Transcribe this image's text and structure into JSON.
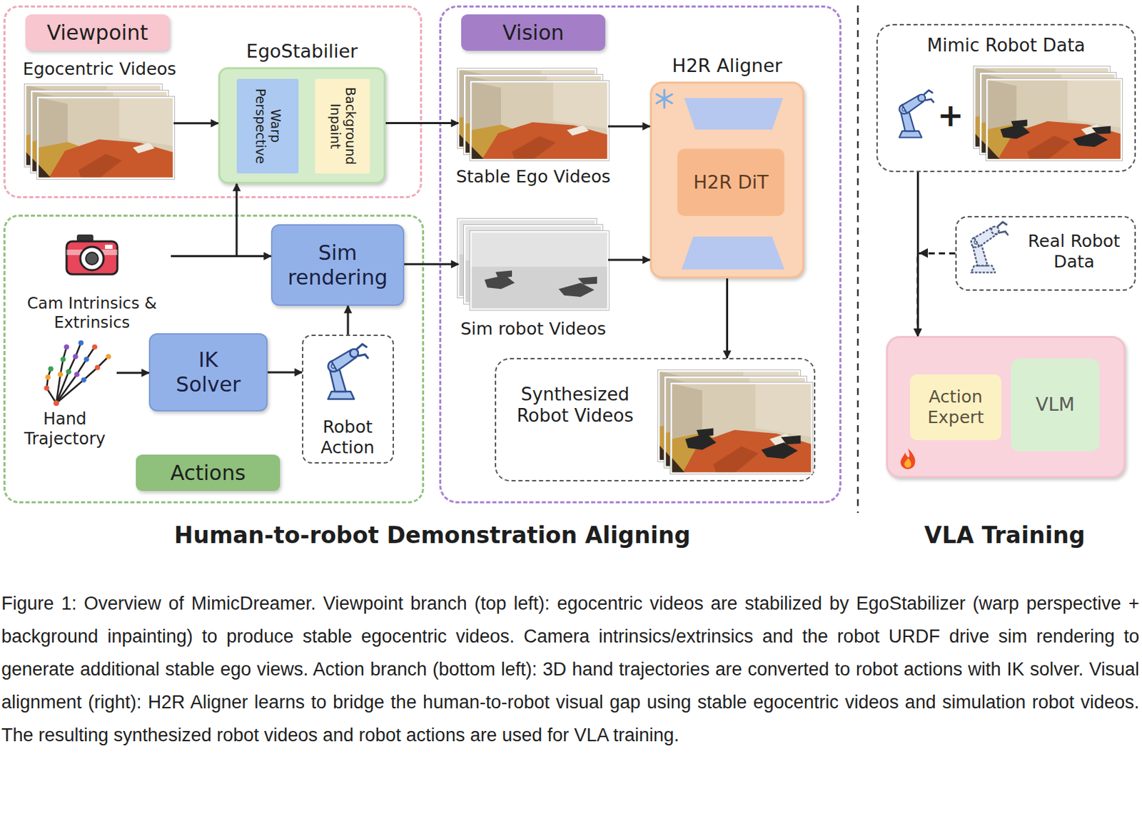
{
  "diagram": {
    "caption": "Figure 1:  Overview of MimicDreamer. Viewpoint branch (top left): egocentric videos are stabilized by EgoStabilizer (warp perspective + background inpainting) to produce stable egocentric videos. Camera intrinsics/extrinsics and the robot URDF drive sim rendering to generate additional stable ego views. Action branch (bottom left): 3D hand trajectories are converted to robot actions with IK solver. Visual alignment (right): H2R Aligner learns to bridge the human-to-robot visual gap using stable egocentric videos and simulation robot videos. The resulting synthesized robot videos and robot actions are used for VLA training.",
    "nodes": [
      {
        "text": [
          "Viewpoint"
        ]
      },
      {
        "text": [
          "Egocentric Videos"
        ],
        "in": 0
      },
      {
        "text": [
          "EgoStabilier"
        ],
        "in": 0
      },
      {
        "text": [
          "Warp Perspective"
        ],
        "in": 2
      },
      {
        "text": [
          "Background Inpaint"
        ],
        "in": 2
      },
      {
        "text": [
          "Actions"
        ]
      },
      {
        "text": [
          "Cam Intrinsics & Extrinsics"
        ],
        "in": 5
      },
      {
        "text": [
          "Hand Trajectory"
        ],
        "in": 5
      },
      {
        "text": [
          "IK Solver"
        ],
        "in": 5
      },
      {
        "text": [
          "Robot Action"
        ],
        "in": 5
      },
      {
        "text": [
          "Sim rendering"
        ],
        "in": 5
      },
      {
        "text": [
          "Vision"
        ]
      },
      {
        "text": [
          "Stable Ego Videos"
        ],
        "in": 11
      },
      {
        "text": [
          "Sim robot Videos"
        ],
        "in": 11
      },
      {
        "text": [
          "H2R Aligner"
        ],
        "in": 11
      },
      {
        "text": [
          "H2R DiT"
        ],
        "in": 14
      },
      {
        "text": [
          "Synthesized Robot Videos"
        ],
        "in": 11
      },
      {
        "text": [
          "Mimic Robot Data"
        ]
      },
      {
        "text": [
          "Real Robot Data"
        ]
      },
      {
        "text": []
      },
      {
        "text": [
          "Action Expert"
        ],
        "in": 19
      },
      {
        "text": [
          "VLM"
        ],
        "in": 19
      }
    ],
    "edges": [
      {
        "from": 1,
        "to": 2,
        "arrow": "to"
      },
      {
        "from": 2,
        "to": 12,
        "arrow": "to"
      },
      {
        "from": 6,
        "to": 2,
        "arrow": "to"
      },
      {
        "from": 6,
        "to": 10,
        "arrow": "to"
      },
      {
        "from": 7,
        "to": 8,
        "arrow": "to"
      },
      {
        "from": 8,
        "to": 9,
        "arrow": "to"
      },
      {
        "from": 9,
        "to": 10,
        "arrow": "to"
      },
      {
        "from": 10,
        "to": 13,
        "arrow": "to"
      },
      {
        "from": 12,
        "to": 14,
        "arrow": "to"
      },
      {
        "from": 13,
        "to": 14,
        "arrow": "to"
      },
      {
        "from": 14,
        "to": 16,
        "arrow": "to"
      },
      {
        "from": 17,
        "to": 19,
        "arrow": "to"
      },
      {
        "from": 18,
        "to": 19,
        "arrow": "to"
      }
    ],
    "labels": [
      "Human-to-robot Demonstration Aligning",
      "VLA Training",
      "+"
    ]
  }
}
